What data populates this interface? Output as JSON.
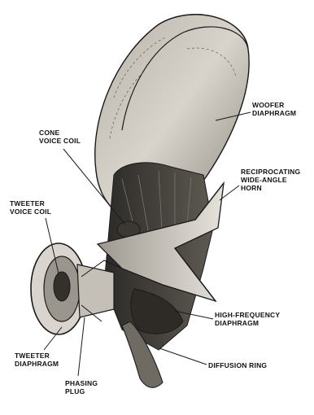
{
  "labels": {
    "woofer_diaphragm": {
      "line1": "WOOFER",
      "line2": "DIAPHRAGM"
    },
    "cone_voice_coil": {
      "line1": "CONE",
      "line2": "VOICE COIL"
    },
    "reciprocating_horn": {
      "line1": "RECIPROCATING",
      "line2": "WIDE-ANGLE",
      "line3": "HORN"
    },
    "tweeter_voice_coil": {
      "line1": "TWEETER",
      "line2": "VOICE COIL"
    },
    "high_frequency_diaphragm": {
      "line1": "HIGH-FREQUENCY",
      "line2": "DIAPHRAGM"
    },
    "diffusion_ring": {
      "line1": "DIFFUSION RING"
    },
    "tweeter_diaphragm": {
      "line1": "TWEETER",
      "line2": "DIAPHRAGM"
    },
    "phasing_plug": {
      "line1": "PHASING",
      "line2": "PLUG"
    }
  },
  "colors": {
    "ink": "#1a1a1a",
    "cone_fill": "#c9c4bc",
    "shadow": "#4a4742",
    "paper": "#ffffff"
  }
}
